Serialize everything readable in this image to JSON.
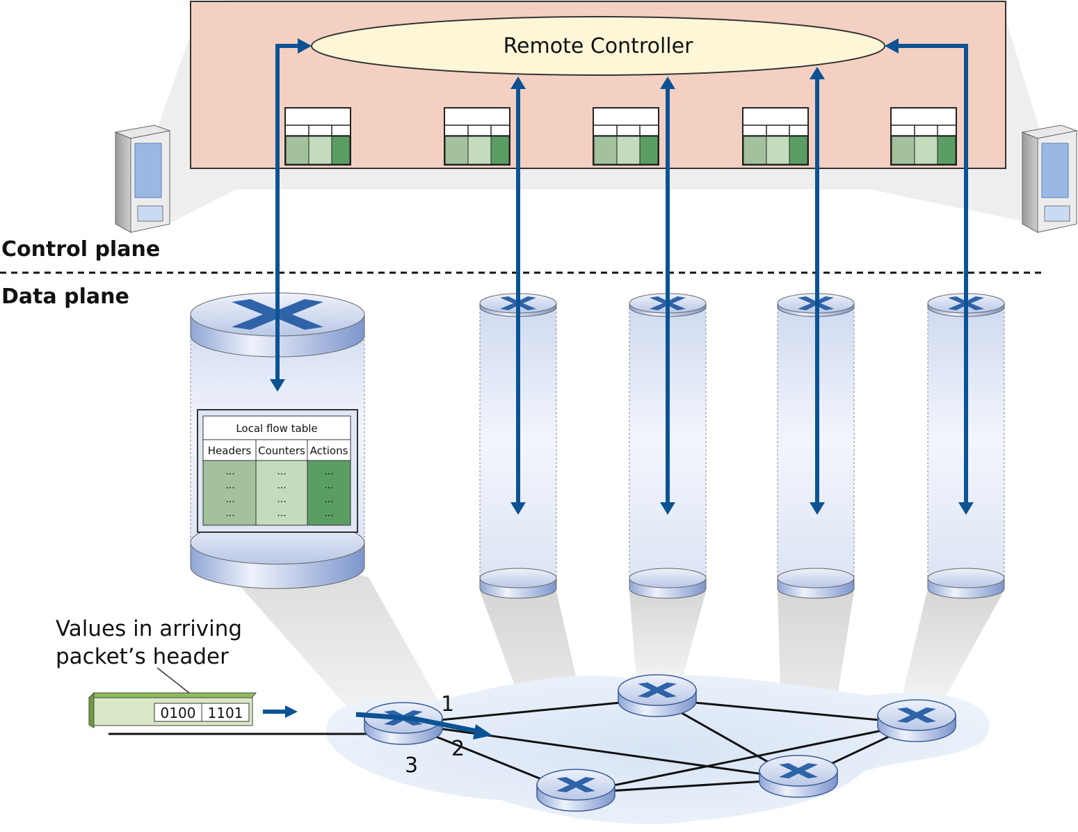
{
  "controller": {
    "label": "Remote Controller"
  },
  "planes": {
    "control": "Control plane",
    "data": "Data plane"
  },
  "flow_table": {
    "title": "Local flow table",
    "columns": [
      "Headers",
      "Counters",
      "Actions"
    ],
    "cell": "..."
  },
  "packet": {
    "caption_line1": "Values in arriving",
    "caption_line2": "packet’s header",
    "fields": [
      "0100",
      "1101"
    ]
  },
  "ports": [
    "1",
    "2",
    "3"
  ],
  "colors": {
    "arrow": "#0b5393",
    "controller_box": "#f4d0c3",
    "controller_oval": "#fdf7d8",
    "green_light": "#c5dbbe",
    "green_mid": "#a2c19c",
    "green_dark": "#5b9e64",
    "cylinder": "#dde5f4",
    "network_cloud": "#e4edf8"
  }
}
